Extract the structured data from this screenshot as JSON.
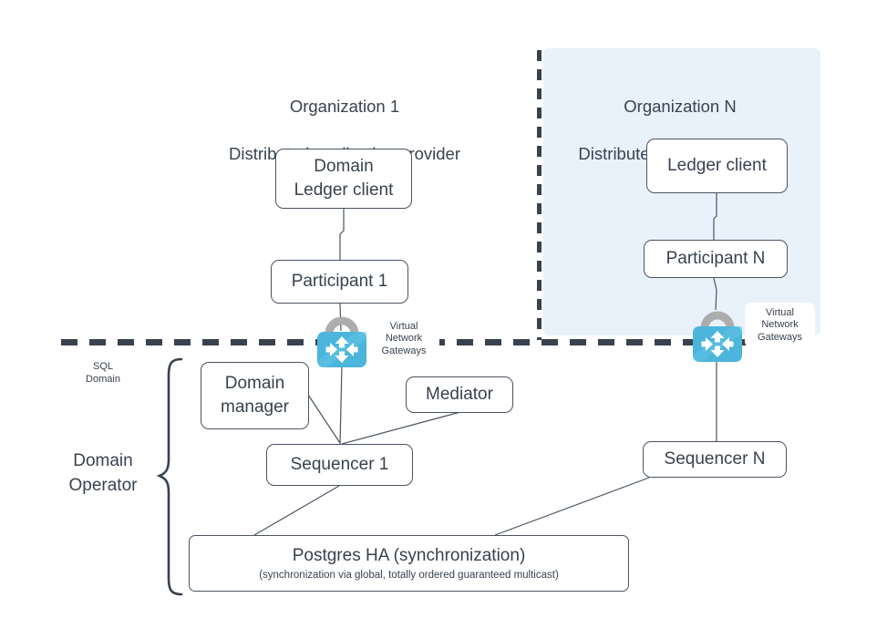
{
  "org1": {
    "title_line1": "Organization 1",
    "title_line2": "Distributed application provider"
  },
  "orgN": {
    "title_line1": "Organization N",
    "title_line2": "Distributed application user"
  },
  "nodes": {
    "domain_ledger_client": {
      "line1": "Domain",
      "line2": "Ledger client"
    },
    "participant_1": {
      "label": "Participant 1"
    },
    "ledger_client": {
      "label": "Ledger client"
    },
    "participant_n": {
      "label": "Participant N"
    },
    "domain_manager": {
      "line1": "Domain",
      "line2": "manager"
    },
    "mediator": {
      "label": "Mediator"
    },
    "sequencer_1": {
      "label": "Sequencer 1"
    },
    "sequencer_n": {
      "label": "Sequencer N"
    },
    "postgres": {
      "title": "Postgres HA (synchronization)",
      "subtitle": "(synchronization via global, totally ordered guaranteed multicast)"
    }
  },
  "labels": {
    "sql_domain": {
      "line1": "SQL",
      "line2": "Domain"
    },
    "domain_operator": {
      "line1": "Domain",
      "line2": "Operator"
    },
    "vng": {
      "line1": "Virtual",
      "line2": "Network",
      "line3": "Gateways"
    }
  },
  "icons": {
    "gateway_lock": "vpn-gateway-lock-icon"
  },
  "colors": {
    "panel_blue": "#e9f1fb",
    "line_dark": "#39424e",
    "box_border": "#4a5460",
    "text": "#39424e",
    "lock_body": "#4cb5db",
    "lock_body_light": "#62c3e3",
    "lock_shackle": "#adadad"
  }
}
